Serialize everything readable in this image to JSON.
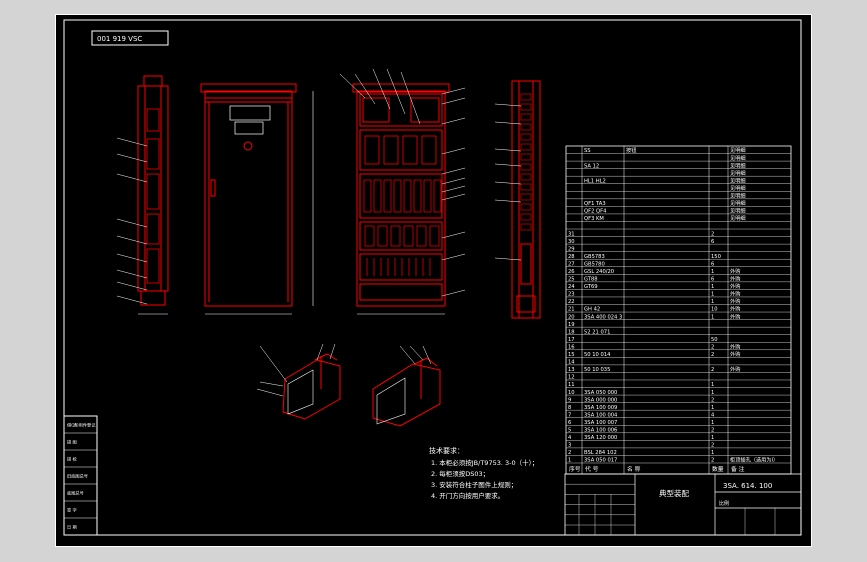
{
  "drawing": {
    "top_left_code": "001 919 VSC",
    "notes_title": "技术要求：",
    "notes": [
      "1. 本柜必须按JB/T9753. 3-0（十）；",
      "2. 每柜须按DS03；",
      "3. 安装符合柱子图件上规则；",
      "4. 开门方向按用户要求。"
    ],
    "title_block": {
      "drawing_name": "典型装配",
      "drawing_number": "3SA. 614. 100",
      "scale_label": "比例"
    },
    "bom_header": [
      "序号",
      "代  号",
      "名    称",
      "数量",
      "备    注"
    ],
    "bom_rows": [
      [
        "",
        "SS",
        "按钮",
        "",
        "见明细"
      ],
      [
        "",
        "",
        "",
        "",
        "见明细"
      ],
      [
        "",
        "SA 12",
        "",
        "",
        "见明细"
      ],
      [
        "",
        "",
        "",
        "",
        "见明细"
      ],
      [
        "",
        "HL1 HL2",
        "",
        "",
        "见明细"
      ],
      [
        "",
        "",
        "",
        "",
        "见明细"
      ],
      [
        "",
        "",
        "",
        "",
        "见明细"
      ],
      [
        "",
        "QF1 TA3",
        "",
        "",
        "见明细"
      ],
      [
        "",
        "QF2 QF4",
        "",
        "",
        "见明细"
      ],
      [
        "",
        "QF3 KM",
        "",
        "",
        "见明细"
      ],
      [
        "",
        "",
        "",
        "",
        ""
      ],
      [
        "31",
        "",
        "",
        "2",
        ""
      ],
      [
        "30",
        "",
        "",
        "6",
        ""
      ],
      [
        "29",
        "",
        "",
        "",
        ""
      ],
      [
        "28",
        "GB5783",
        "",
        "150",
        ""
      ],
      [
        "27",
        "GB5780",
        "",
        "6",
        ""
      ],
      [
        "26",
        "GSL 240/20",
        "",
        "1",
        "外购"
      ],
      [
        "25",
        "GT88",
        "",
        "6",
        "外购"
      ],
      [
        "24",
        "GT69",
        "",
        "1",
        "外购"
      ],
      [
        "23",
        "",
        "",
        "1",
        "外购"
      ],
      [
        "22",
        "",
        "",
        "1",
        "外购"
      ],
      [
        "21",
        "GH 42",
        "",
        "10",
        "外购"
      ],
      [
        "20",
        "3SA 400 024 3",
        "",
        "1",
        "外购"
      ],
      [
        "19",
        "",
        "",
        "",
        ""
      ],
      [
        "18",
        "52 21 071",
        "",
        "",
        ""
      ],
      [
        "17",
        "",
        "",
        "50",
        ""
      ],
      [
        "16",
        "",
        "",
        "2",
        "外购"
      ],
      [
        "15",
        "50 10 014",
        "",
        "2",
        "外购"
      ],
      [
        "14",
        "",
        "",
        "",
        ""
      ],
      [
        "13",
        "50 10 035",
        "",
        "2",
        "外购"
      ],
      [
        "12",
        "",
        "",
        "",
        ""
      ],
      [
        "11",
        "",
        "",
        "1",
        ""
      ],
      [
        "10",
        "3SA 050 000",
        "",
        "1",
        ""
      ],
      [
        "9",
        "3SA 000 000",
        "",
        "2",
        ""
      ],
      [
        "8",
        "3SA 100 009",
        "",
        "1",
        ""
      ],
      [
        "7",
        "3SA 100 004",
        "",
        "4",
        ""
      ],
      [
        "6",
        "3SA 100 007",
        "",
        "1",
        ""
      ],
      [
        "5",
        "3SA 100 006",
        "",
        "2",
        ""
      ],
      [
        "4",
        "3SA 120 000",
        "",
        "1",
        ""
      ],
      [
        "3",
        "",
        "",
        "2",
        ""
      ],
      [
        "2",
        "BSL 284 102",
        "",
        "1",
        ""
      ],
      [
        "1",
        "3SA 050 017",
        "",
        "2",
        "柜顶插孔（选用为I）"
      ]
    ],
    "left_stamp": [
      "借(通)用件登记",
      "描  图",
      "描  校",
      "旧底图总号",
      "底图总号",
      "签  字",
      "日  期"
    ],
    "palette": {
      "background": "#000000",
      "outline": "#ffffff",
      "drawing": "#ff0000",
      "page": "#d4d4d4"
    }
  }
}
